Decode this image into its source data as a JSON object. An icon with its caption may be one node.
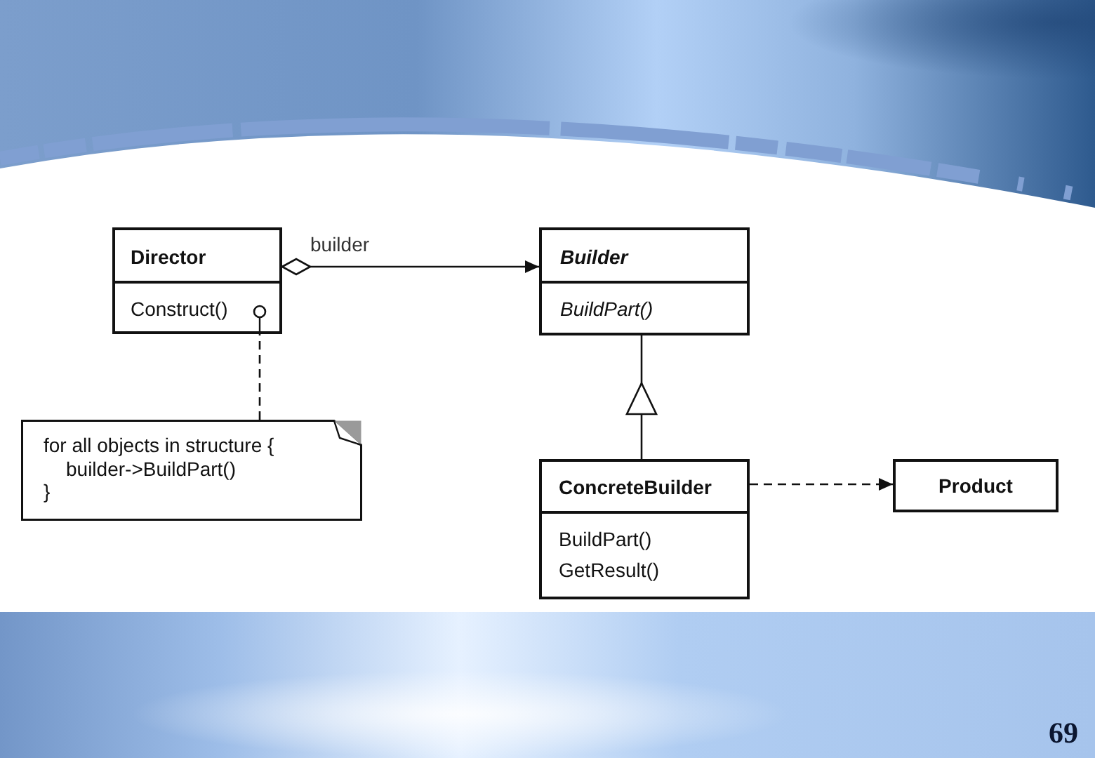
{
  "diagram": {
    "nodes": [
      {
        "text": [
          "Director",
          "Construct()"
        ]
      },
      {
        "text": [
          "Builder",
          "BuildPart()"
        ]
      },
      {
        "text": [
          "for all objects in structure {",
          "builder->BuildPart()",
          "}"
        ]
      },
      {
        "text": [
          "ConcreteBuilder",
          "BuildPart()",
          "GetResult()"
        ]
      },
      {
        "text": [
          "Product"
        ]
      }
    ],
    "edges": [
      {
        "from": 0,
        "to": 1,
        "arrow": "to",
        "label": "builder"
      },
      {
        "from": 3,
        "to": 1,
        "arrow": "to"
      },
      {
        "from": 3,
        "to": 4,
        "arrow": "to",
        "style": "dashed"
      },
      {
        "from": 2,
        "to": 0,
        "arrow": "other",
        "style": "dashed"
      }
    ],
    "labels": [
      "69"
    ]
  }
}
